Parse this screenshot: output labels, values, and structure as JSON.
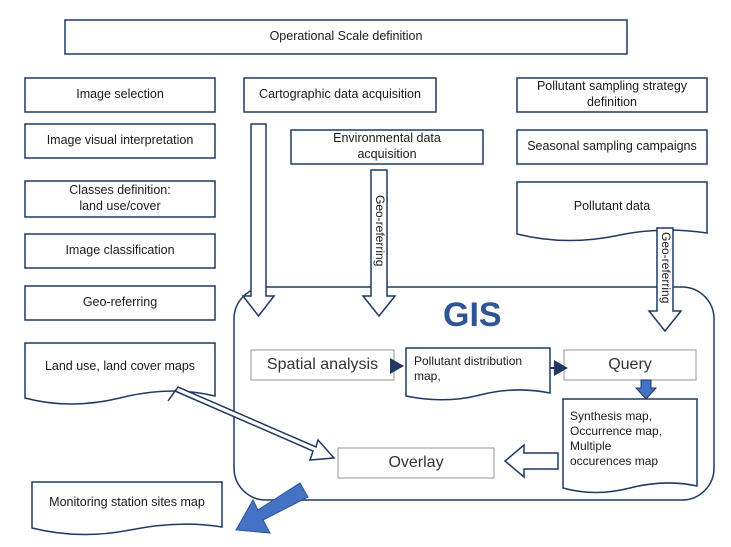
{
  "title": "Operational Scale definition",
  "left_column": [
    "Image selection",
    "Image visual interpretation",
    "Classes definition:\nland use/cover",
    "Image classification",
    "Geo-referring",
    "Land use, land cover maps"
  ],
  "middle_column": {
    "cartographic": "Cartographic data acquisition",
    "environmental": "Environmental data\nacquisition",
    "georef_label": "Geo-referring"
  },
  "right_column": {
    "strategy": "Pollutant sampling strategy\ndefinition",
    "campaigns": "Seasonal sampling campaigns",
    "pollutant_data": "Pollutant data",
    "georef_label": "Geo-referring"
  },
  "gis": {
    "title": "GIS",
    "spatial_analysis": "Spatial analysis",
    "pollutant_distribution": "Pollutant distribution\nmap,",
    "query": "Query",
    "synthesis": "Synthesis map,\nOccurrence map,\nMultiple\noccurences map",
    "overlay": "Overlay"
  },
  "output": "Monitoring station sites map",
  "colors": {
    "border": "#1f3864",
    "gis_title": "#2f5597",
    "arrow_fill": "#4472c4",
    "grey_border": "#a6a6a6"
  }
}
